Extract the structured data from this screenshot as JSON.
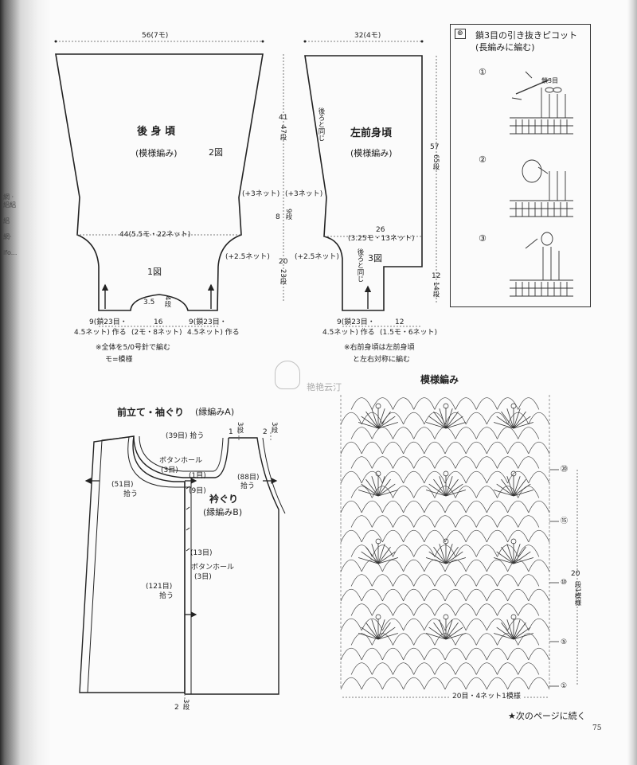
{
  "back_body": {
    "width": "56(7モ)",
    "title": "後 身 頃",
    "pattern": "(模様編み)",
    "figure": "2図",
    "length": "41",
    "length_rows": "47段",
    "side_left": "(+3ネット)",
    "side_right": "(+3ネット)",
    "armhole": "8",
    "armhole_rows": "9段",
    "lower_width": "44(5.5モ・22ネット)",
    "lower_right": "(+2.5ネット)",
    "lower_length": "20",
    "lower_rows": "23段",
    "figure_lower": "1図",
    "notch": "3.5",
    "notch_rows": "4段",
    "bottom_left_top": "9(鎖23目・",
    "bottom_left_bottom": "4.5ネット) 作る",
    "bottom_mid_top": "16",
    "bottom_mid_bottom": "(2モ・8ネット)",
    "bottom_right_top": "9(鎖23目・",
    "bottom_right_bottom": "4.5ネット) 作る",
    "note1": "※全体を5/0号針で編む",
    "note2": "モ=模様"
  },
  "front_body": {
    "width": "32(4モ)",
    "side_label": "後ろと同じ",
    "title": "左前身頃",
    "pattern": "(模様編み)",
    "length": "57",
    "length_rows": "65段",
    "mid_width": "26",
    "mid_width_detail": "(3.25モ・13ネット)",
    "lower_left": "(+2.5ネット)",
    "side_label2": "後ろと同じ",
    "figure": "3図",
    "bottom_length": "12",
    "bottom_rows": "14段",
    "bottom_left_top": "9(鎖23目・",
    "bottom_left_bottom": "4.5ネット) 作る",
    "bottom_right_top": "12",
    "bottom_right_bottom": "(1.5モ・6ネット)",
    "note1": "※右前身頃は左前身頃",
    "note2": "と左右対称に編む"
  },
  "legend": {
    "title1": "鎖3目の引き抜きピコット",
    "title2": "(長編みに編む)",
    "chain_label": "鎖3目",
    "steps": [
      "①",
      "②",
      "③"
    ]
  },
  "watermark": "艳艳云汀",
  "edging": {
    "title": "前立て・袖ぐり",
    "title_sub": "(縁編みA)",
    "pick_39": "(39目) 拾う",
    "top_1": "1",
    "top_1_rows": "3段",
    "top_2": "2",
    "top_2_rows": "3段",
    "buttonhole_top": "ボタンホール",
    "buttonhole_top_count": "(3目)",
    "count_1": "(1目)",
    "count_9": "(9目)",
    "pick_51": "(51目)",
    "pick_51_b": "拾う",
    "pick_88": "(88目)",
    "pick_88_b": "拾う",
    "collar_title": "衿ぐり",
    "collar_sub": "(縁編みB)",
    "count_13": "(13目)",
    "buttonhole_mid": "ボタンホール",
    "buttonhole_mid_count": "(3目)",
    "pick_121": "(121目)",
    "pick_121_b": "拾う",
    "bottom": "2",
    "bottom_rows": "3段"
  },
  "pattern_chart": {
    "title": "模様編み",
    "row_20": "⑳",
    "row_15": "⑮",
    "row_10": "⑩",
    "row_5": "⑤",
    "row_1": "①",
    "repeat_rows": "20",
    "repeat_label": "段1模様",
    "bottom_label": "20目・4ネット1模様"
  },
  "footer": {
    "next": "★次のページに続く",
    "page": "75"
  }
}
